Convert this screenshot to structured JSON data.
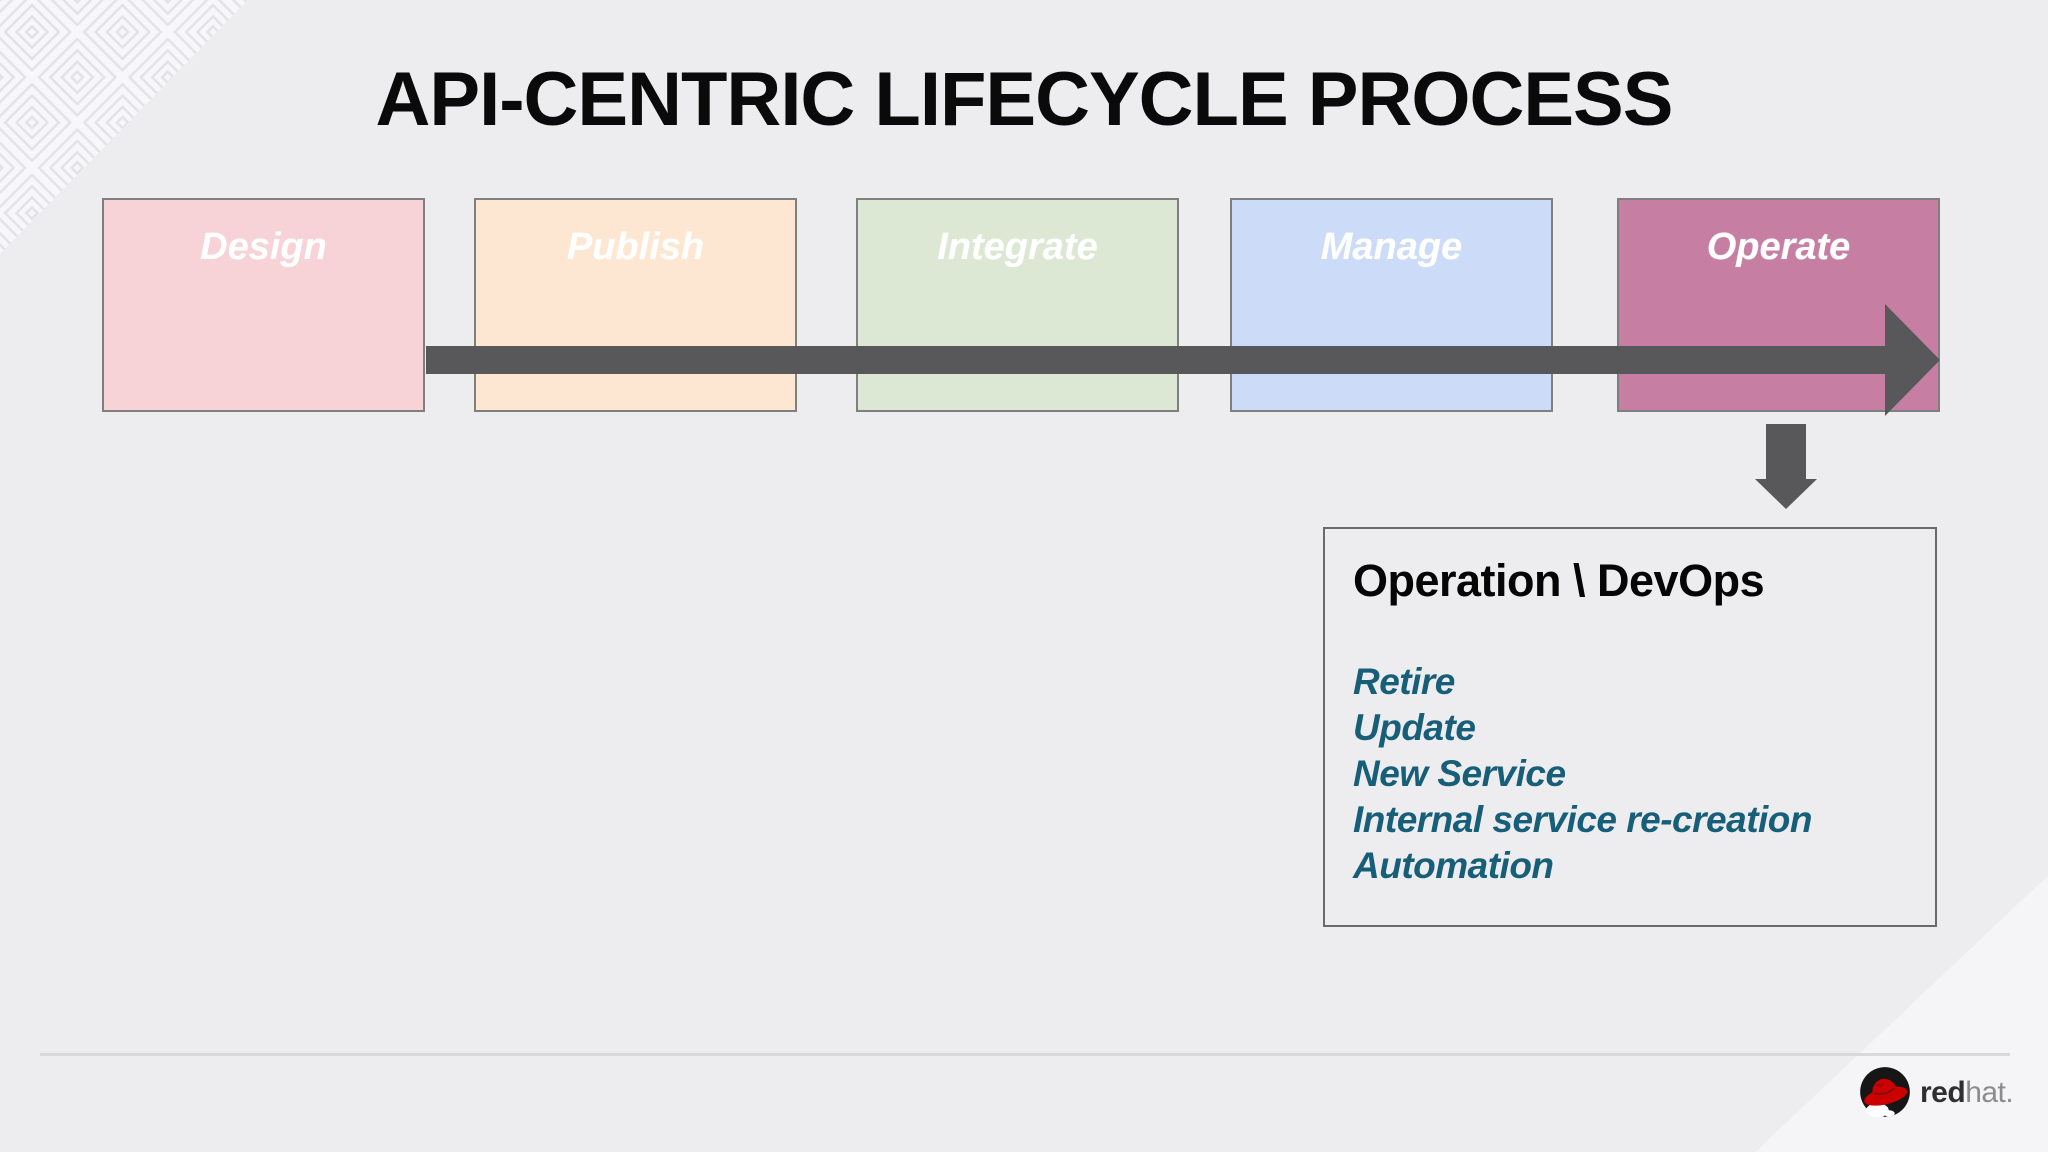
{
  "slide": {
    "title": "API-CENTRIC LIFECYCLE PROCESS",
    "stages": [
      {
        "label": "Design",
        "fill": "#F7D3D7"
      },
      {
        "label": "Publish",
        "fill": "#FDE7D2"
      },
      {
        "label": "Integrate",
        "fill": "#DCE8D3"
      },
      {
        "label": "Manage",
        "fill": "#CCDCF8"
      },
      {
        "label": "Operate",
        "fill": "#C67FA3"
      }
    ],
    "flow_arrow_color": "#58585A",
    "detail_panel": {
      "title": "Operation \\ DevOps",
      "items": [
        "Retire",
        "Update",
        "New Service",
        "Internal service re-creation",
        "Automation"
      ],
      "item_color": "#175E78"
    },
    "logo": {
      "brand_bold": "red",
      "brand_light": "hat."
    },
    "colors": {
      "background": "#EDECEE",
      "box_border": "#7F7F7F",
      "panel_border": "#6A6A6A",
      "divider": "#D9D9DB",
      "hat_red": "#CC0000"
    }
  }
}
